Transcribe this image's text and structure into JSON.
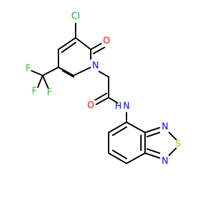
{
  "molecule": {
    "atoms": {
      "cl": "Cl",
      "o_ring": "O",
      "n_ring": "N",
      "f1": "F",
      "f2": "F",
      "f3": "F",
      "o_amide": "O",
      "nh": "N",
      "h": "H",
      "n_thia1": "N",
      "s_thia": "S",
      "n_thia2": "N"
    },
    "colors": {
      "carbon_bond": "#000000",
      "chlorine": "#1fa01f",
      "oxygen": "#ff0000",
      "nitrogen": "#0000ff",
      "fluorine": "#33bb33",
      "sulfur": "#b8b800"
    }
  }
}
